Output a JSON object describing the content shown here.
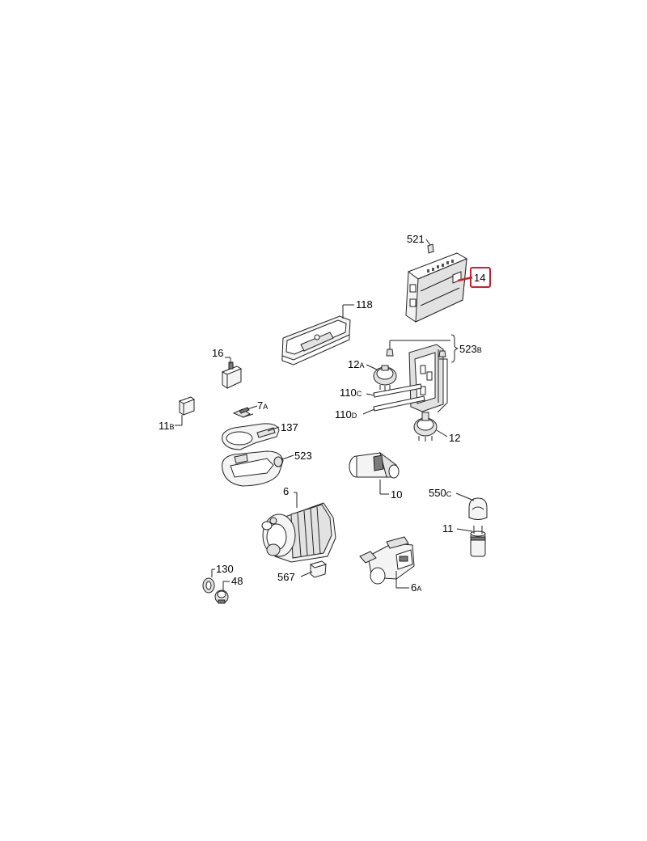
{
  "labels": {
    "l521": "521",
    "l14": "14",
    "l118": "118",
    "l523b_main": "523",
    "l523b_sub": "B",
    "l16": "16",
    "l12a_main": "12",
    "l12a_sub": "A",
    "l110c_main": "110",
    "l110c_sub": "C",
    "l110d_main": "110",
    "l110d_sub": "D",
    "l7a_main": "7",
    "l7a_sub": "A",
    "l11b_main": "11",
    "l11b_sub": "B",
    "l137": "137",
    "l12": "12",
    "l523": "523",
    "l6": "6",
    "l10": "10",
    "l550c_main": "550",
    "l550c_sub": "C",
    "l11": "11",
    "l130": "130",
    "l48": "48",
    "l567": "567",
    "l6a_main": "6",
    "l6a_sub": "A"
  },
  "highlight_color": "#cc1f2e"
}
